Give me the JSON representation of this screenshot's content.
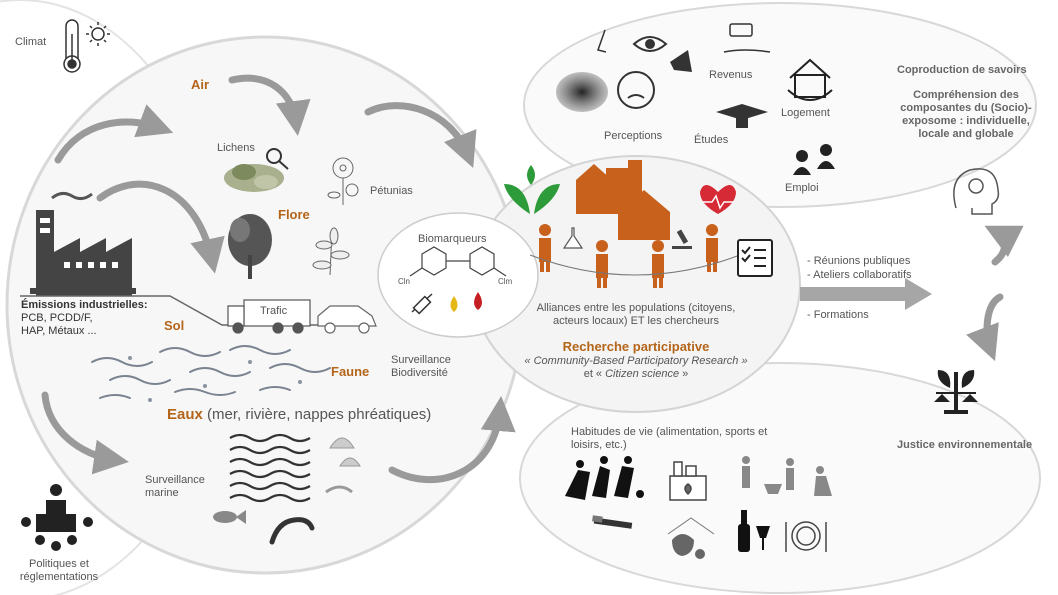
{
  "colors": {
    "accent": "#b4651a",
    "people": "#c8611b",
    "green": "#2e9b3b",
    "heart": "#d62b36",
    "grey": "#666666"
  },
  "context": {
    "climat": "Climat",
    "politiques_l1": "Politiques et",
    "politiques_l2": "réglementations"
  },
  "exposome": {
    "air": "Air",
    "lichens": "Lichens",
    "petunias": "Pétunias",
    "flore": "Flore",
    "trafic": "Trafic",
    "emissions_title": "Émissions industrielles:",
    "emissions_l2": "PCB, PCDD/F,",
    "emissions_l3": "HAP, Métaux ...",
    "sol": "Sol",
    "faune": "Faune",
    "surveillance_bio_l1": "Surveillance",
    "surveillance_bio_l2": "Biodiversité",
    "eaux": "Eaux",
    "eaux_detail": "(mer, rivière, nappes phréatiques)",
    "surveillance_marine_l1": "Surveillance",
    "surveillance_marine_l2": "marine",
    "biomarqueurs": "Biomarqueurs",
    "cl_left": "Cln",
    "cl_right": "Clm"
  },
  "socio": {
    "perceptions": "Perceptions",
    "revenus": "Revenus",
    "logement": "Logement",
    "etudes": "Études",
    "emploi": "Emploi"
  },
  "recherche": {
    "alliances_l1": "Alliances entre les populations (citoyens,",
    "alliances_l2": "acteurs locaux) ET les chercheurs",
    "title": "Recherche participative",
    "cbpr": "« Community-Based Participatory Research »",
    "citizen_pre": "et « ",
    "citizen_em": "Citizen science",
    "citizen_post": " »"
  },
  "habitudes": {
    "l1": "Habitudes de vie (alimentation, sports et",
    "l2": "loisirs, etc.)"
  },
  "actions": {
    "reunions": "- Réunions publiques",
    "ateliers": "- Ateliers collaboratifs",
    "formations": "- Formations"
  },
  "outcomes": {
    "coproduction": "Coproduction de savoirs",
    "comprehension_l1": "Compréhension des",
    "comprehension_l2": "composantes du (Socio)-",
    "comprehension_l3": "exposome : individuelle,",
    "comprehension_l4": "locale and globale",
    "justice": "Justice environnementale"
  },
  "icons": [
    "thermometer-icon",
    "sun-icon",
    "factory-icon",
    "magnifier-icon",
    "tree-icon",
    "truck-icon",
    "car-icon",
    "fish-icon",
    "eel-icon",
    "shrimp-icon",
    "shell-icon",
    "waves-icon",
    "nose-icon",
    "eye-icon",
    "megaphone-icon",
    "money-hand-icon",
    "house-family-icon",
    "graduation-cap-icon",
    "meeting-icon",
    "plant-icon",
    "houses-icon",
    "person-icon",
    "flask-icon",
    "microscope-icon",
    "heart-pulse-icon",
    "checklist-icon",
    "head-bulb-icon",
    "justice-scale-icon",
    "chicken-icon",
    "wine-icon",
    "plate-icon",
    "cigarette-icon",
    "grocery-icon",
    "gardening-icon",
    "sports-icon",
    "podium-icon",
    "drops-icon",
    "syringe-icon"
  ]
}
